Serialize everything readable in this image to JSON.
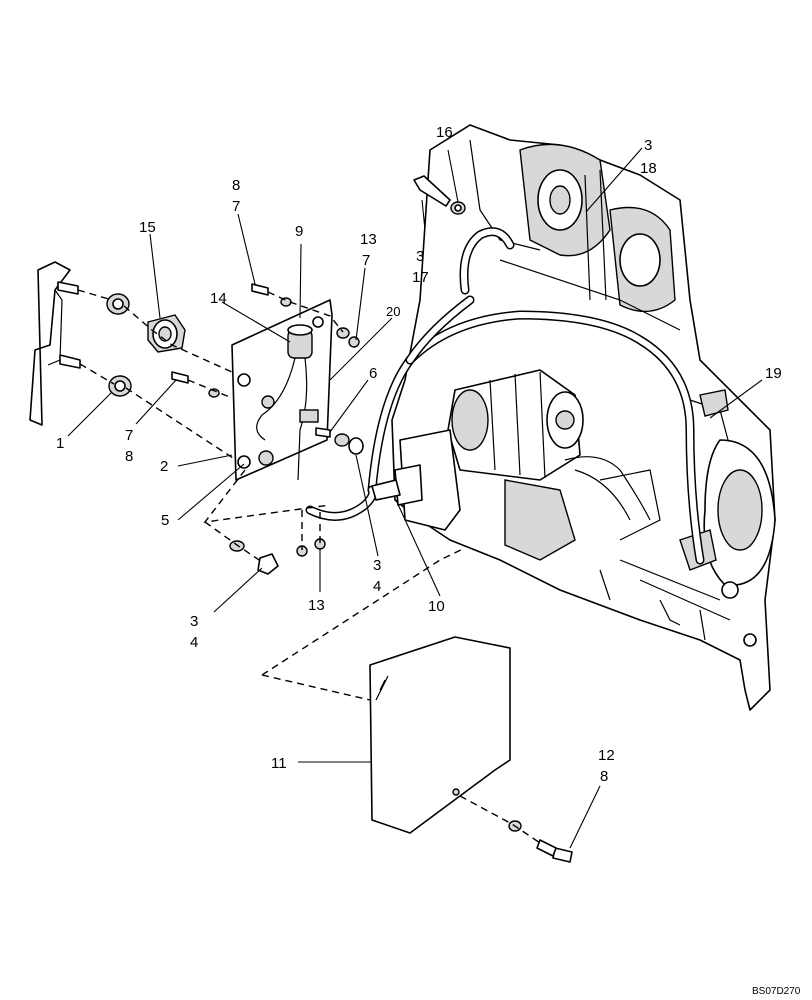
{
  "callouts": [
    {
      "id": "c16",
      "text": "16"
    },
    {
      "id": "c3a",
      "text": "3"
    },
    {
      "id": "c18",
      "text": "18"
    },
    {
      "id": "c8a",
      "text": "8"
    },
    {
      "id": "c7a",
      "text": "7"
    },
    {
      "id": "c9",
      "text": "9"
    },
    {
      "id": "c13a",
      "text": "13"
    },
    {
      "id": "c7b",
      "text": "7"
    },
    {
      "id": "c15",
      "text": "15"
    },
    {
      "id": "c3b",
      "text": "3"
    },
    {
      "id": "c17",
      "text": "17"
    },
    {
      "id": "c14",
      "text": "14"
    },
    {
      "id": "c20",
      "text": "20"
    },
    {
      "id": "c6",
      "text": "6"
    },
    {
      "id": "c19",
      "text": "19"
    },
    {
      "id": "c1",
      "text": "1"
    },
    {
      "id": "c7c",
      "text": "7"
    },
    {
      "id": "c8b",
      "text": "8"
    },
    {
      "id": "c2",
      "text": "2"
    },
    {
      "id": "c5",
      "text": "5"
    },
    {
      "id": "c3c",
      "text": "3"
    },
    {
      "id": "c4a",
      "text": "4"
    },
    {
      "id": "c3d",
      "text": "3"
    },
    {
      "id": "c4b",
      "text": "4"
    },
    {
      "id": "c13b",
      "text": "13"
    },
    {
      "id": "c10",
      "text": "10"
    },
    {
      "id": "c11",
      "text": "11"
    },
    {
      "id": "c12",
      "text": "12"
    },
    {
      "id": "c8c",
      "text": "8"
    }
  ],
  "drawing_ref": "BS07D270"
}
